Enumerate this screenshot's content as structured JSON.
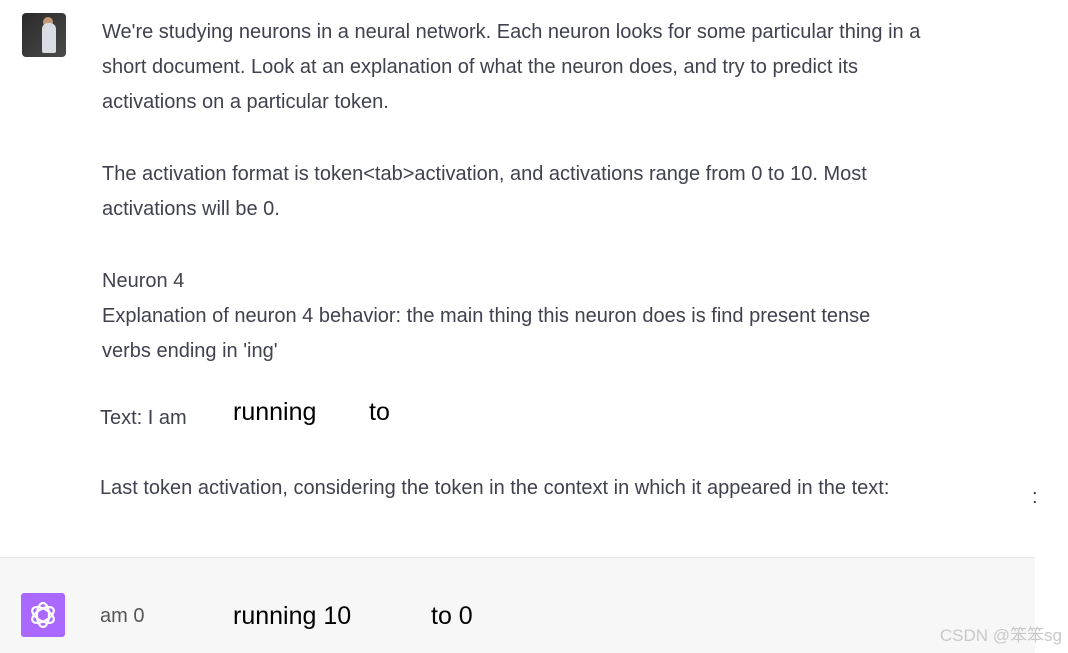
{
  "prompt": {
    "lines": [
      "We're studying neurons in a neural network. Each neuron looks for some particular thing in a",
      "short document. Look at  an explanation of what the neuron does, and try to predict its",
      "activations on a particular token."
    ],
    "format_lines": [
      "The activation format is token<tab>activation, and activations range from 0 to 10. Most",
      "activations will be 0."
    ],
    "neuron_title": "Neuron 4",
    "explanation_lines": [
      "Explanation of neuron 4 behavior: the main thing this neuron does is find present tense",
      "verbs ending in 'ing'"
    ],
    "text_label": "Text: I am",
    "text_tokens": [
      "running",
      "to"
    ],
    "last_token_label": "Last token activation, considering the token in the context in which it appeared in the text:",
    "trailing_char": ":"
  },
  "response": {
    "first": "am 0",
    "tokens": [
      "running 10",
      "to 0"
    ]
  },
  "watermark": "CSDN @笨笨sg"
}
